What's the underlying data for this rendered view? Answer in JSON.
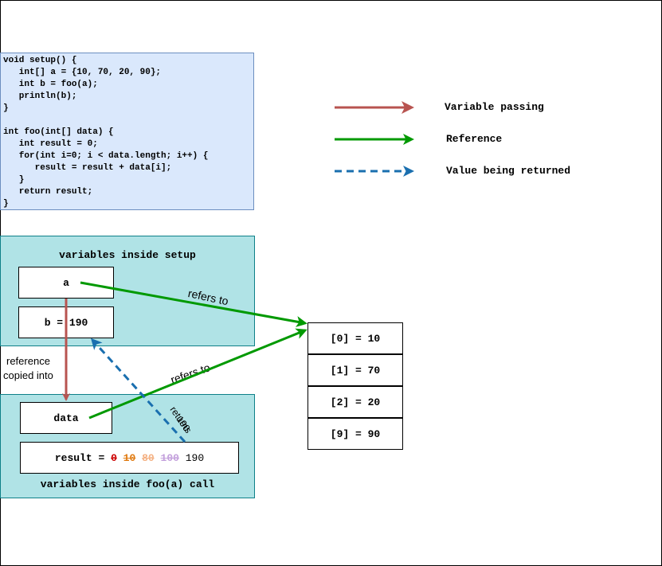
{
  "code": {
    "lines": [
      "void setup() {",
      "   int[] a = {10, 70, 20, 90};",
      "   int b = foo(a);",
      "   println(b);",
      "}",
      "",
      "int foo(int[] data) {",
      "   int result = 0;",
      "   for(int i=0; i < data.length; i++) {",
      "      result = result + data[i];",
      "   }",
      "   return result;",
      "}"
    ]
  },
  "setup_panel": {
    "title": "variables inside setup",
    "var_a": "a",
    "var_b": "b = 190"
  },
  "foo_panel": {
    "title": "variables inside foo(a) call",
    "var_data": "data",
    "result_label": "result = ",
    "result_history": [
      {
        "value": "0",
        "color": "#cc0000"
      },
      {
        "value": "10",
        "color": "#e07a10"
      },
      {
        "value": "80",
        "color": "#f4b183"
      },
      {
        "value": "100",
        "color": "#c3a0dc"
      }
    ],
    "result_final": "190"
  },
  "array_cells": [
    "[0] = 10",
    "[1] = 70",
    "[2] = 20",
    "[9] = 90"
  ],
  "legend": {
    "variable_passing": "Variable passing",
    "reference": "Reference",
    "value_returned": "Value being returned"
  },
  "annotations": {
    "refers_to_1": "refers to",
    "refers_to_2": "refers to",
    "reference_copied_line1": "reference",
    "reference_copied_line2": "copied into",
    "returns_line1": "returns",
    "returns_line2": "190"
  },
  "colors": {
    "variable_passing": "#b85450",
    "reference": "#009900",
    "value_returned": "#1a6faf"
  }
}
